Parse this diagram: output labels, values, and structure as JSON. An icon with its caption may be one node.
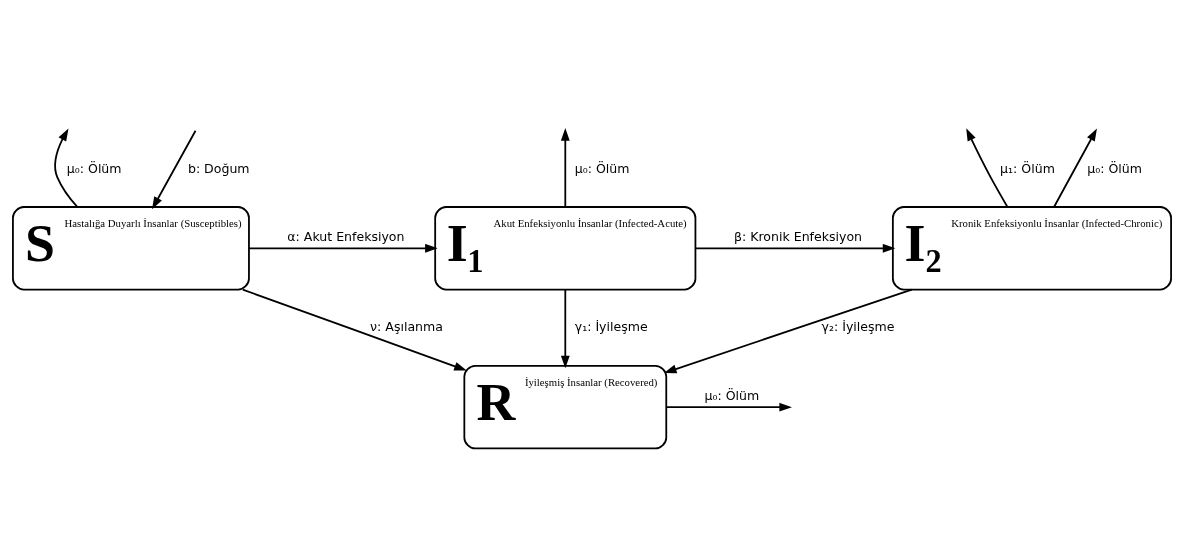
{
  "diagram": {
    "nodes": [
      {
        "text": [
          "S",
          "Hastalığa Duyarlı İnsanlar (Susceptibles)"
        ]
      },
      {
        "text": [
          "I₁",
          "Akut Enfeksiyonlu İnsanlar (Infected-Acute)"
        ]
      },
      {
        "text": [
          "I₂",
          "Kronik Enfeksiyonlu İnsanlar (Infected-Chronic)"
        ]
      },
      {
        "text": [
          "R",
          "İyileşmiş İnsanlar (Recovered)"
        ]
      }
    ],
    "edges": [
      {
        "from": null,
        "to": 0,
        "arrow": "to",
        "label": "b: Doğum"
      },
      {
        "from": 0,
        "to": null,
        "arrow": "to",
        "label": "μ₀: Ölüm"
      },
      {
        "from": 1,
        "to": null,
        "arrow": "to",
        "label": "μ₀: Ölüm"
      },
      {
        "from": 2,
        "to": null,
        "arrow": "to",
        "label": "μ₀: Ölüm"
      },
      {
        "from": 2,
        "to": null,
        "arrow": "to",
        "label": "μ₁: Ölüm"
      },
      {
        "from": 0,
        "to": 1,
        "arrow": "to",
        "label": "α: Akut Enfeksiyon"
      },
      {
        "from": 1,
        "to": 2,
        "arrow": "to",
        "label": "β: Kronik Enfeksiyon"
      },
      {
        "from": 0,
        "to": 3,
        "arrow": "to",
        "label": "ν: Aşılanma"
      },
      {
        "from": 1,
        "to": 3,
        "arrow": "to",
        "label": "γ₁: İyileşme"
      },
      {
        "from": 2,
        "to": 3,
        "arrow": "to",
        "label": "γ₂: İyileşme"
      },
      {
        "from": 3,
        "to": null,
        "arrow": "to",
        "label": "μ₀: Ölüm"
      }
    ]
  }
}
